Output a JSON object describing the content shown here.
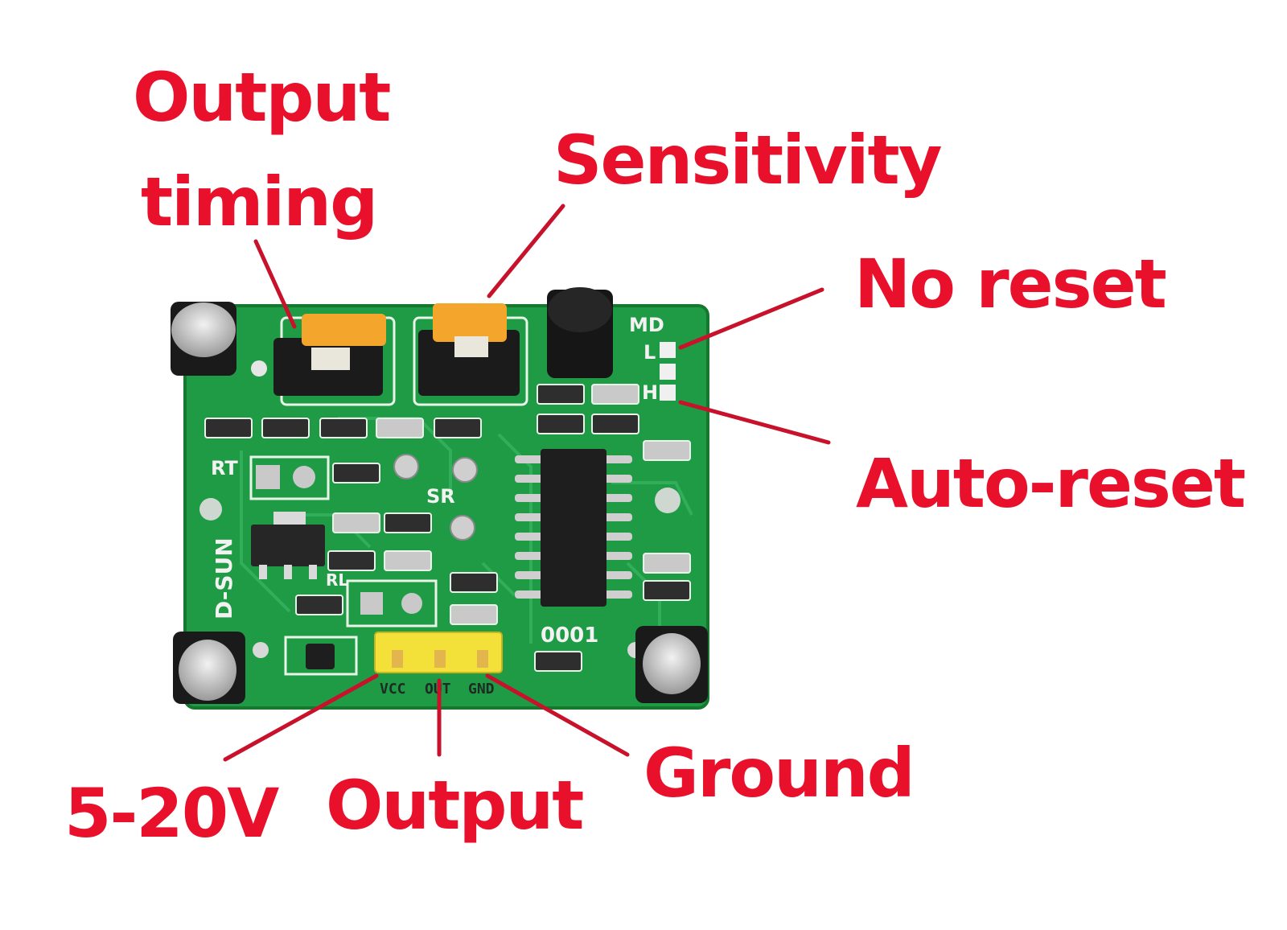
{
  "colors": {
    "label": "#e8102a",
    "leader": "#c8112a",
    "pcb": "#1f9a45",
    "pcb_dark": "#14782f",
    "pot": "#f4a52b",
    "pin_header": "#f3e13a"
  },
  "callouts": {
    "output_timing": [
      "Output",
      "timing"
    ],
    "sensitivity": "Sensitivity",
    "no_reset": "No reset",
    "auto_reset": "Auto-reset",
    "supply": "5-20V",
    "output": "Output",
    "ground": "Ground"
  },
  "board": {
    "silkscreen": {
      "md": "MD",
      "l": "L",
      "h": "H",
      "rt": "RT",
      "sr": "SR",
      "rl": "RL",
      "brand": "D-SUN",
      "chip_code": "0001",
      "vcc": "VCC",
      "out": "OUT",
      "gnd": "GND"
    }
  }
}
